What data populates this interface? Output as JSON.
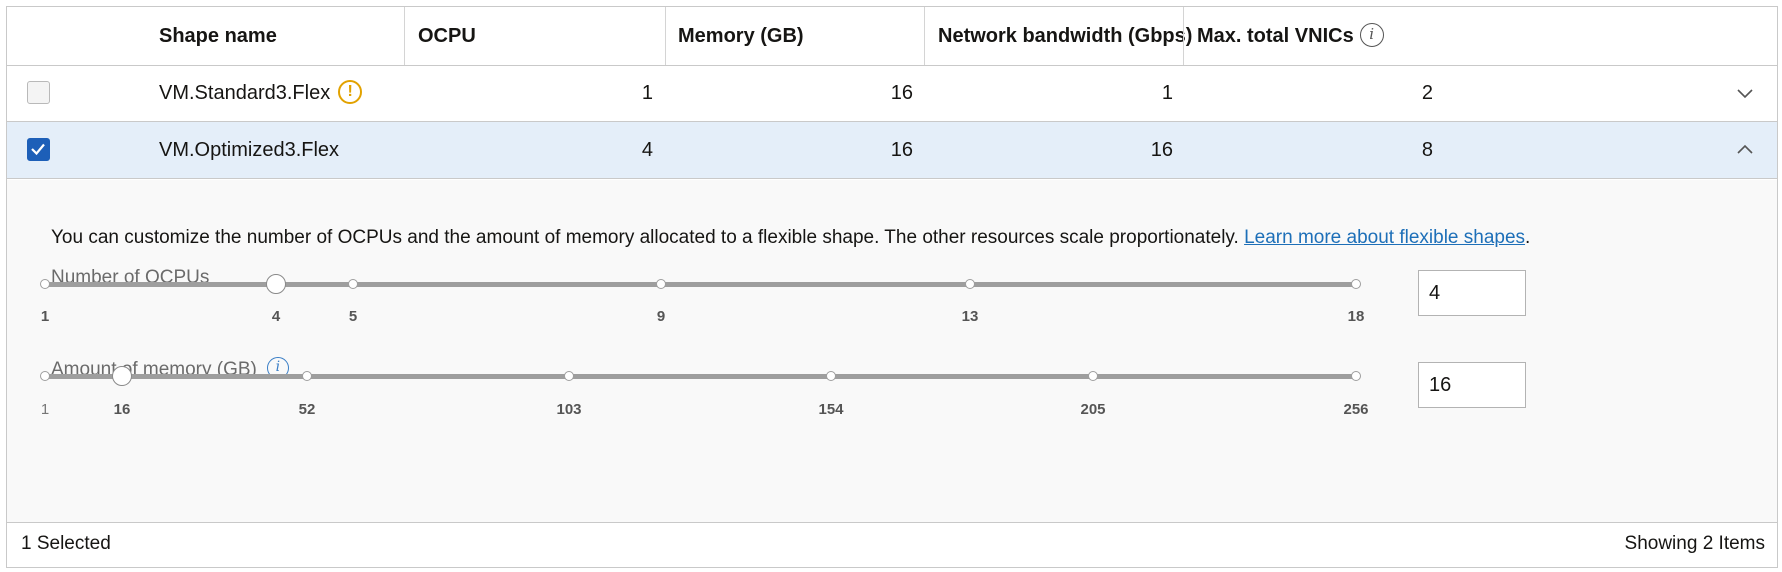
{
  "table": {
    "headers": [
      "Shape name",
      "OCPU",
      "Memory (GB)",
      "Network bandwidth (Gbps)",
      "Max. total VNICs"
    ],
    "rows": [
      {
        "name": "VM.Standard3.Flex",
        "ocpu": "1",
        "memory": "16",
        "bandwidth": "1",
        "vnics": "2",
        "checked": false,
        "expanded": false
      },
      {
        "name": "VM.Optimized3.Flex",
        "ocpu": "4",
        "memory": "16",
        "bandwidth": "16",
        "vnics": "8",
        "checked": true,
        "expanded": true
      }
    ]
  },
  "detail": {
    "description": "You can customize the number of OCPUs and the amount of memory allocated to a flexible shape. The other resources scale proportionately.",
    "link": "Learn more about flexible shapes",
    "link_suffix": ".",
    "ocpu": {
      "label": "Number of OCPUs",
      "ticks": [
        "1",
        "4",
        "5",
        "9",
        "13",
        "18"
      ],
      "value": "4"
    },
    "memory": {
      "label": "Amount of memory (GB)",
      "ticks": [
        "1",
        "16",
        "52",
        "103",
        "154",
        "205",
        "256"
      ],
      "value": "16"
    }
  },
  "footer": {
    "selected": "1 Selected",
    "showing": "Showing 2 Items"
  },
  "colors": {
    "accent": "#1d5fb8",
    "selected_row": "#e4eef9",
    "warning": "#e2a200",
    "link": "#1d6fb8"
  },
  "icons": {
    "warning": "exclamation-circle-icon",
    "info": "info-circle-icon",
    "expand": "chevron-down-icon",
    "collapse": "chevron-up-icon"
  }
}
